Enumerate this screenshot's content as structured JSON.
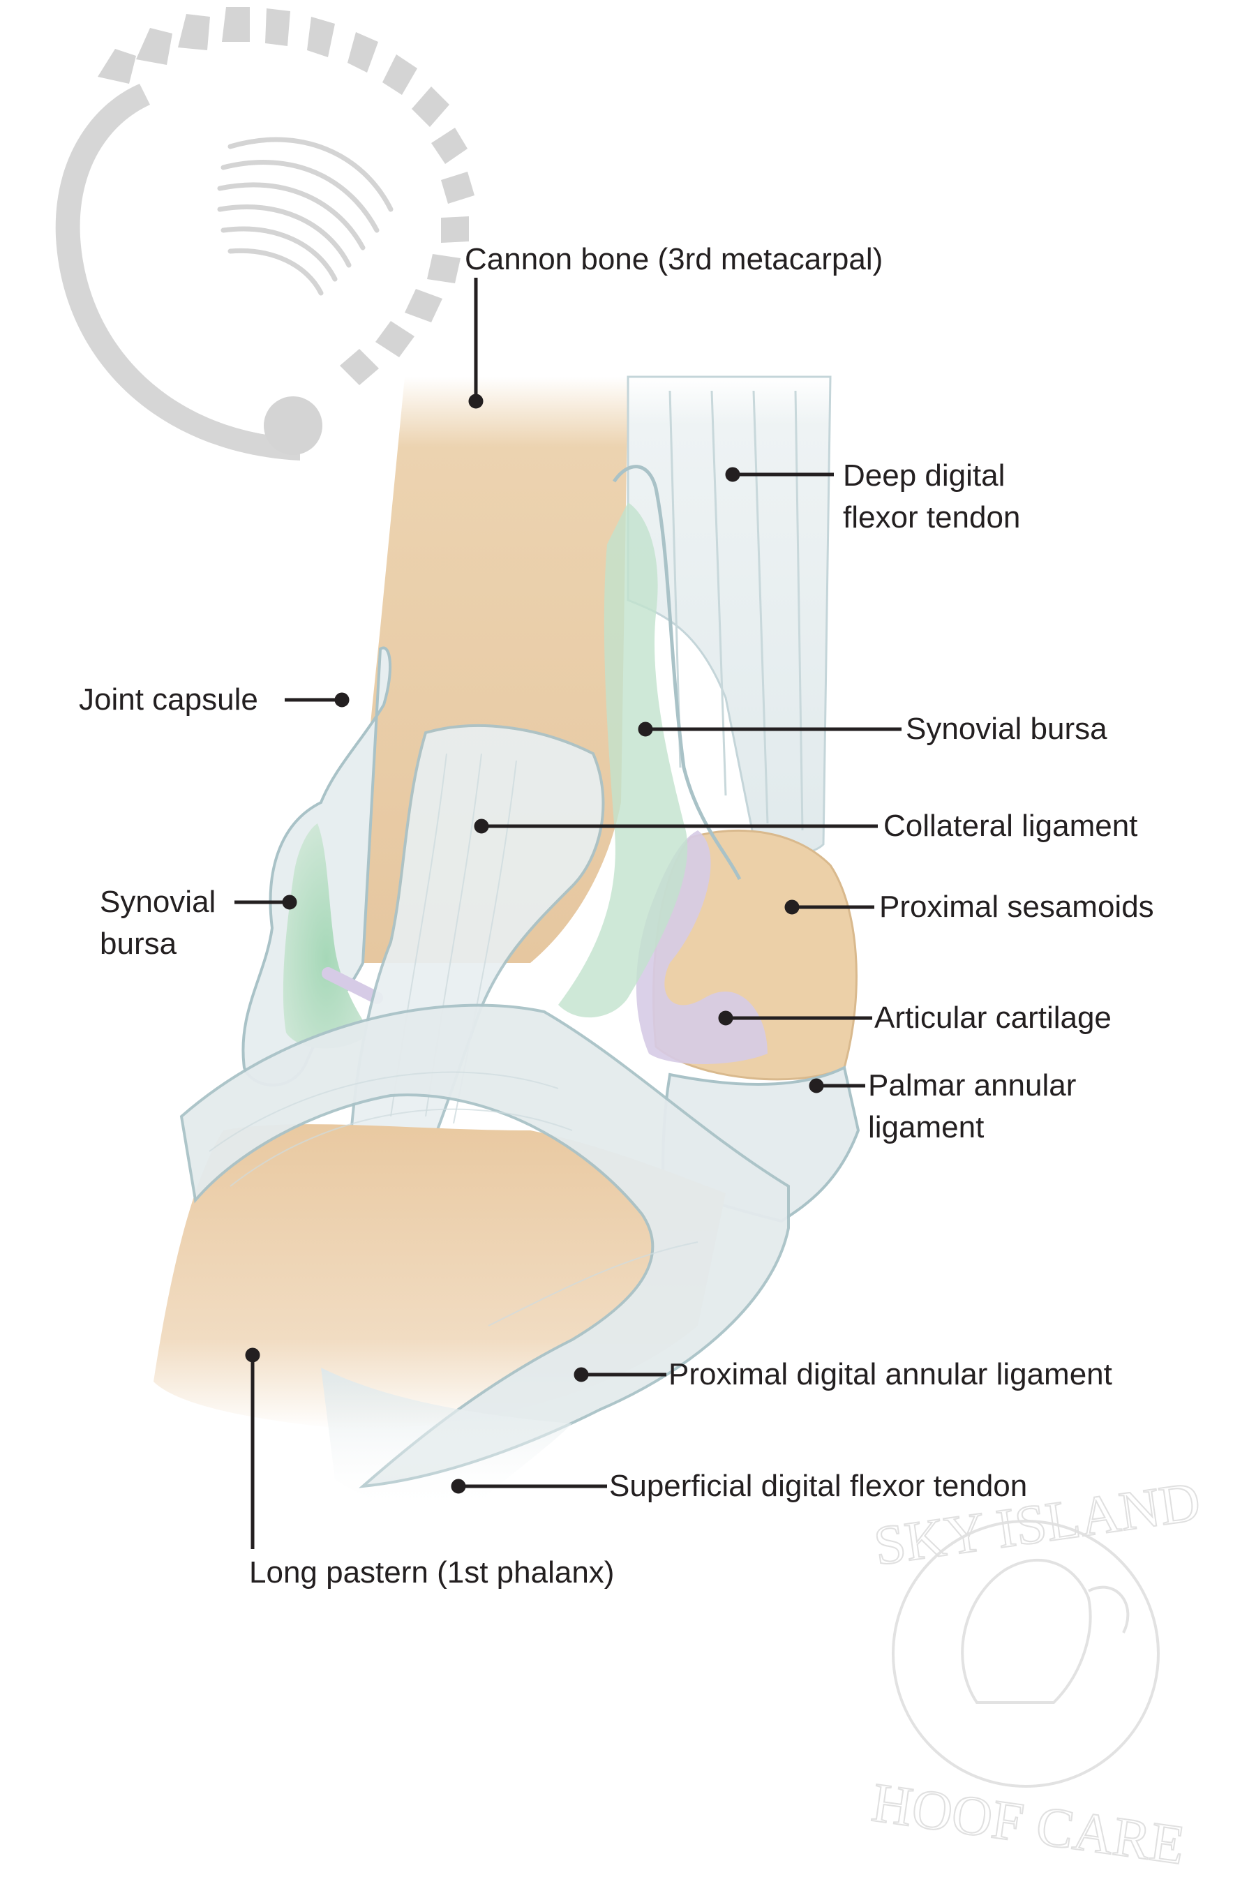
{
  "diagram": {
    "labels": {
      "cannon_bone": "Cannon bone (3rd metacarpal)",
      "deep_digital_flexor_tendon": [
        "Deep digital",
        "flexor tendon"
      ],
      "joint_capsule": "Joint capsule",
      "synovial_bursa_right": "Synovial bursa",
      "collateral_ligament": "Collateral ligament",
      "synovial_bursa_left": [
        "Synovial",
        "bursa"
      ],
      "proximal_sesamoids": "Proximal sesamoids",
      "articular_cartilage": "Articular cartilage",
      "palmar_annular_ligament": [
        "Palmar annular",
        "ligament"
      ],
      "proximal_digital_annular_ligament": "Proximal digital annular ligament",
      "superficial_digital_flexor_tendon": "Superficial digital flexor tendon",
      "long_pastern": "Long pastern (1st phalanx)"
    },
    "watermark": {
      "text_top": "SKY ISLAND",
      "text_bottom": "HOOF CARE"
    },
    "colors": {
      "bone": "#ecd3b0",
      "ligament": "#e3ecee",
      "ligament_outline": "#a9c2c7",
      "bursa": "#b5dcc2",
      "cartilage": "#d6cbe6",
      "leader": "#231f20",
      "logo_gray": "#d4d4d4"
    }
  }
}
